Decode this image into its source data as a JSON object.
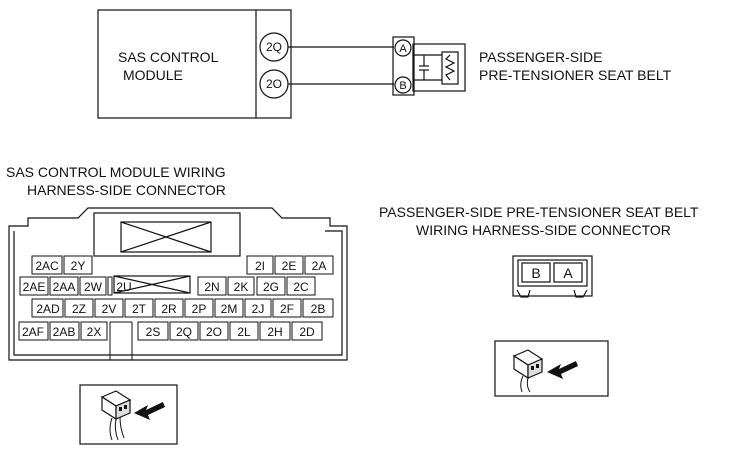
{
  "schematic": {
    "module_name_line1": "SAS CONTROL",
    "module_name_line2": "MODULE",
    "module_pins": [
      "2Q",
      "2O"
    ],
    "seatbelt_pins": [
      "A",
      "B"
    ],
    "seatbelt_label_line1": "PASSENGER-SIDE",
    "seatbelt_label_line2": "PRE-TENSIONER SEAT BELT"
  },
  "sas_connector": {
    "title_line1": "SAS CONTROL MODULE WIRING",
    "title_line2": "HARNESS-SIDE CONNECTOR",
    "row1_left": [
      "2AC",
      "2Y"
    ],
    "row1_right": [
      "2I",
      "2E",
      "2A"
    ],
    "row2_left": [
      "2AE",
      "2AA",
      "2W",
      "2U"
    ],
    "row2_right": [
      "2N",
      "2K",
      "2G",
      "2C"
    ],
    "row3": [
      "2AD",
      "2Z",
      "2V",
      "2T",
      "2R",
      "2P",
      "2M",
      "2J",
      "2F",
      "2B"
    ],
    "row4_left": [
      "2AF",
      "2AB",
      "2X"
    ],
    "row4_right": [
      "2S",
      "2Q",
      "2O",
      "2L",
      "2H",
      "2D"
    ]
  },
  "seatbelt_connector": {
    "title_line1": "PASSENGER-SIDE PRE-TENSIONER SEAT BELT",
    "title_line2": "WIRING HARNESS-SIDE CONNECTOR",
    "pins": [
      "B",
      "A"
    ]
  }
}
